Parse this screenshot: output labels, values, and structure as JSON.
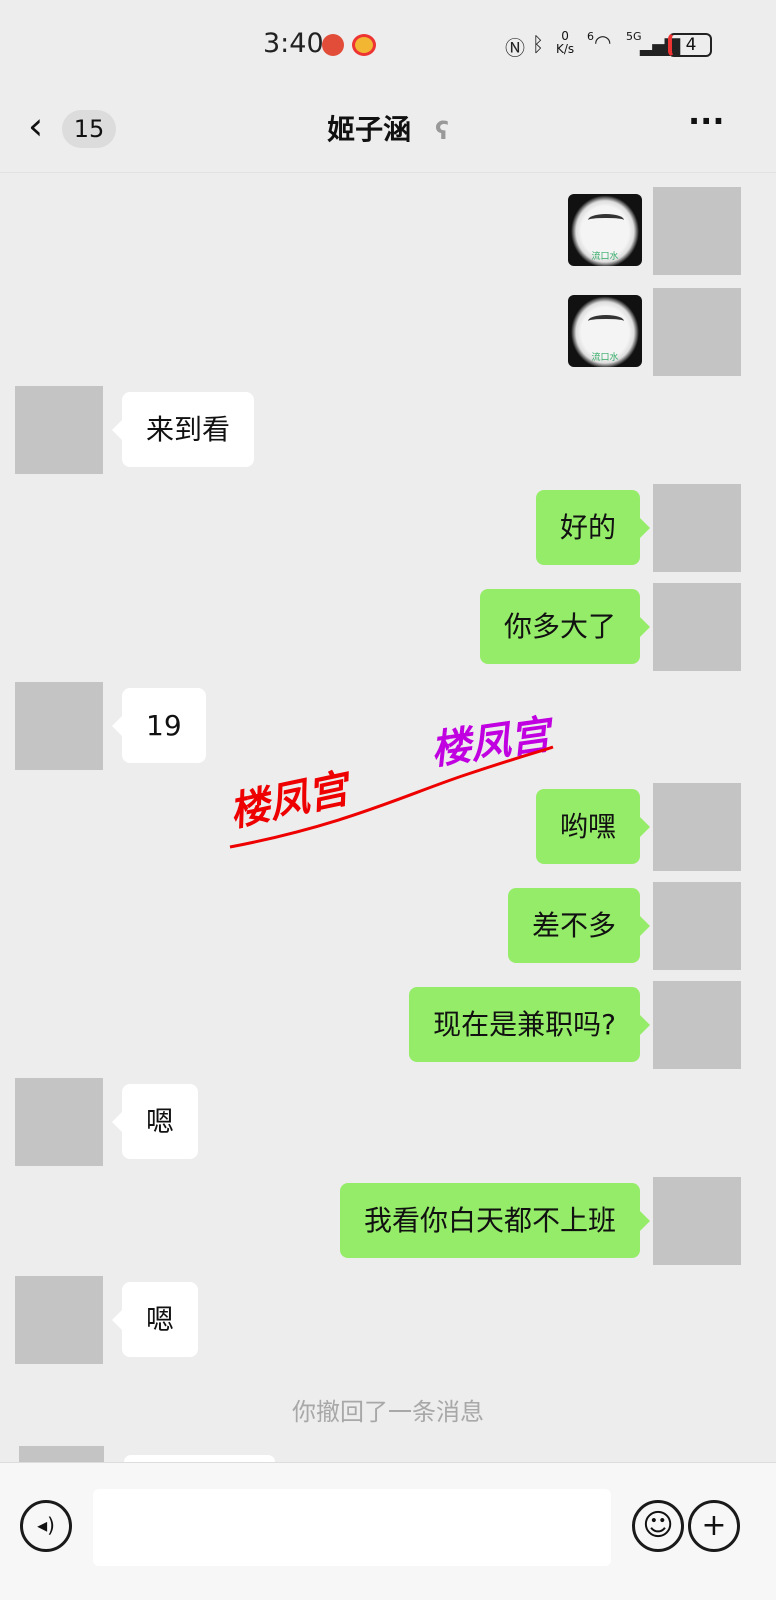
{
  "status_bar": {
    "time": "3:40",
    "net_speed_top": "0",
    "net_speed_unit": "K/s",
    "wifi_tag": "6",
    "cell_tag": "5G",
    "battery": "4",
    "icons": [
      "alert-notification-icon",
      "weibo-icon",
      "nfc-icon",
      "bluetooth-icon",
      "wifi-icon",
      "signal-icon",
      "battery-icon"
    ]
  },
  "header": {
    "back_count": "15",
    "title": "姬子涵",
    "ear_icon": "ear-icon",
    "more_label": "···"
  },
  "messages": [
    {
      "side": "right",
      "type": "sticker",
      "caption": "流口水"
    },
    {
      "side": "right",
      "type": "sticker",
      "caption": "流口水"
    },
    {
      "side": "left",
      "text": "来到看"
    },
    {
      "side": "right",
      "text": "好的"
    },
    {
      "side": "right",
      "text": "你多大了"
    },
    {
      "side": "left",
      "text": "19"
    },
    {
      "side": "right",
      "text": "哟嘿"
    },
    {
      "side": "right",
      "text": "差不多"
    },
    {
      "side": "right",
      "text": "现在是兼职吗?"
    },
    {
      "side": "left",
      "text": "嗯"
    },
    {
      "side": "right",
      "text": "我看你白天都不上班"
    },
    {
      "side": "left",
      "text": "嗯"
    }
  ],
  "system_notice": "你撤回了一条消息",
  "watermark": [
    "楼凤宫",
    "楼凤宫"
  ],
  "colors": {
    "sent_bubble": "#95ec69",
    "received_bubble": "#ffffff",
    "background": "#ededed"
  },
  "input": {
    "placeholder": ""
  }
}
